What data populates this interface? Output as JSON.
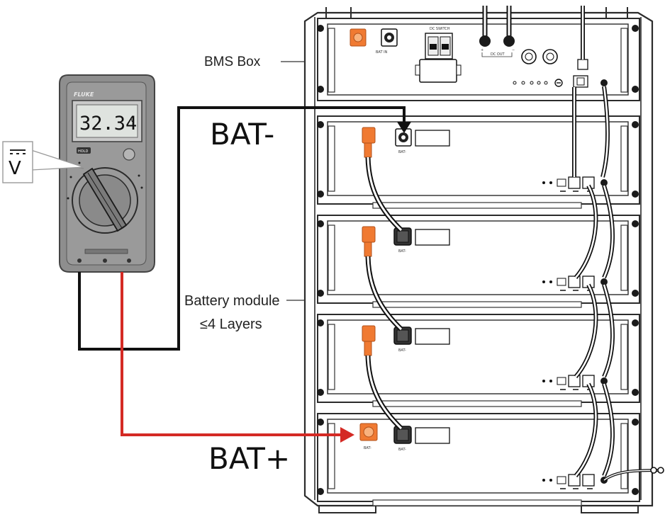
{
  "labels": {
    "bms_box": "BMS Box",
    "bat_minus": "BAT-",
    "bat_plus": "BAT+",
    "module_line1": "Battery module",
    "module_line2": "≤4 Layers"
  },
  "meter": {
    "brand": "FLUKE",
    "display": "32.34",
    "unit": "V",
    "hold_button": "HOLD",
    "mode_symbol": "V"
  },
  "bms_panel": {
    "bat_in": "BAT IN",
    "dc_switch": "DC SWITCH",
    "dc_out": "DC OUT"
  },
  "module_terminal_label": "BAT-",
  "module_terminal_plus_label": "BAT-",
  "colors": {
    "negative_wire": "#111111",
    "positive_wire": "#d42a24",
    "orange_terminal": "#f07a32",
    "meter_body": "#8e8e8e",
    "frame_line": "#2b2b2b"
  },
  "icons": [
    "arrow-icon",
    "knob-icon",
    "connector-icon"
  ]
}
